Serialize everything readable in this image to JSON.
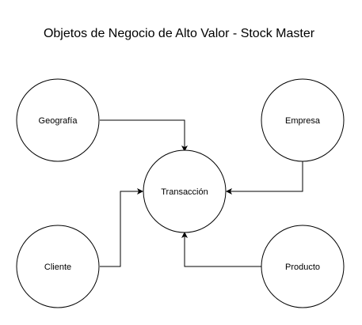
{
  "title": "Objetos de Negocio de Alto Valor - Stock Master",
  "colors": {
    "stroke": "#000000",
    "fill": "#ffffff",
    "text": "#000000"
  },
  "nodes": {
    "geografia": "Geografía",
    "empresa": "Empresa",
    "transaccion": "Transacción",
    "cliente": "Cliente",
    "producto": "Producto"
  },
  "edges": [
    {
      "from": "Geografía",
      "to": "Transacción"
    },
    {
      "from": "Empresa",
      "to": "Transacción"
    },
    {
      "from": "Cliente",
      "to": "Transacción"
    },
    {
      "from": "Producto",
      "to": "Transacción"
    }
  ]
}
